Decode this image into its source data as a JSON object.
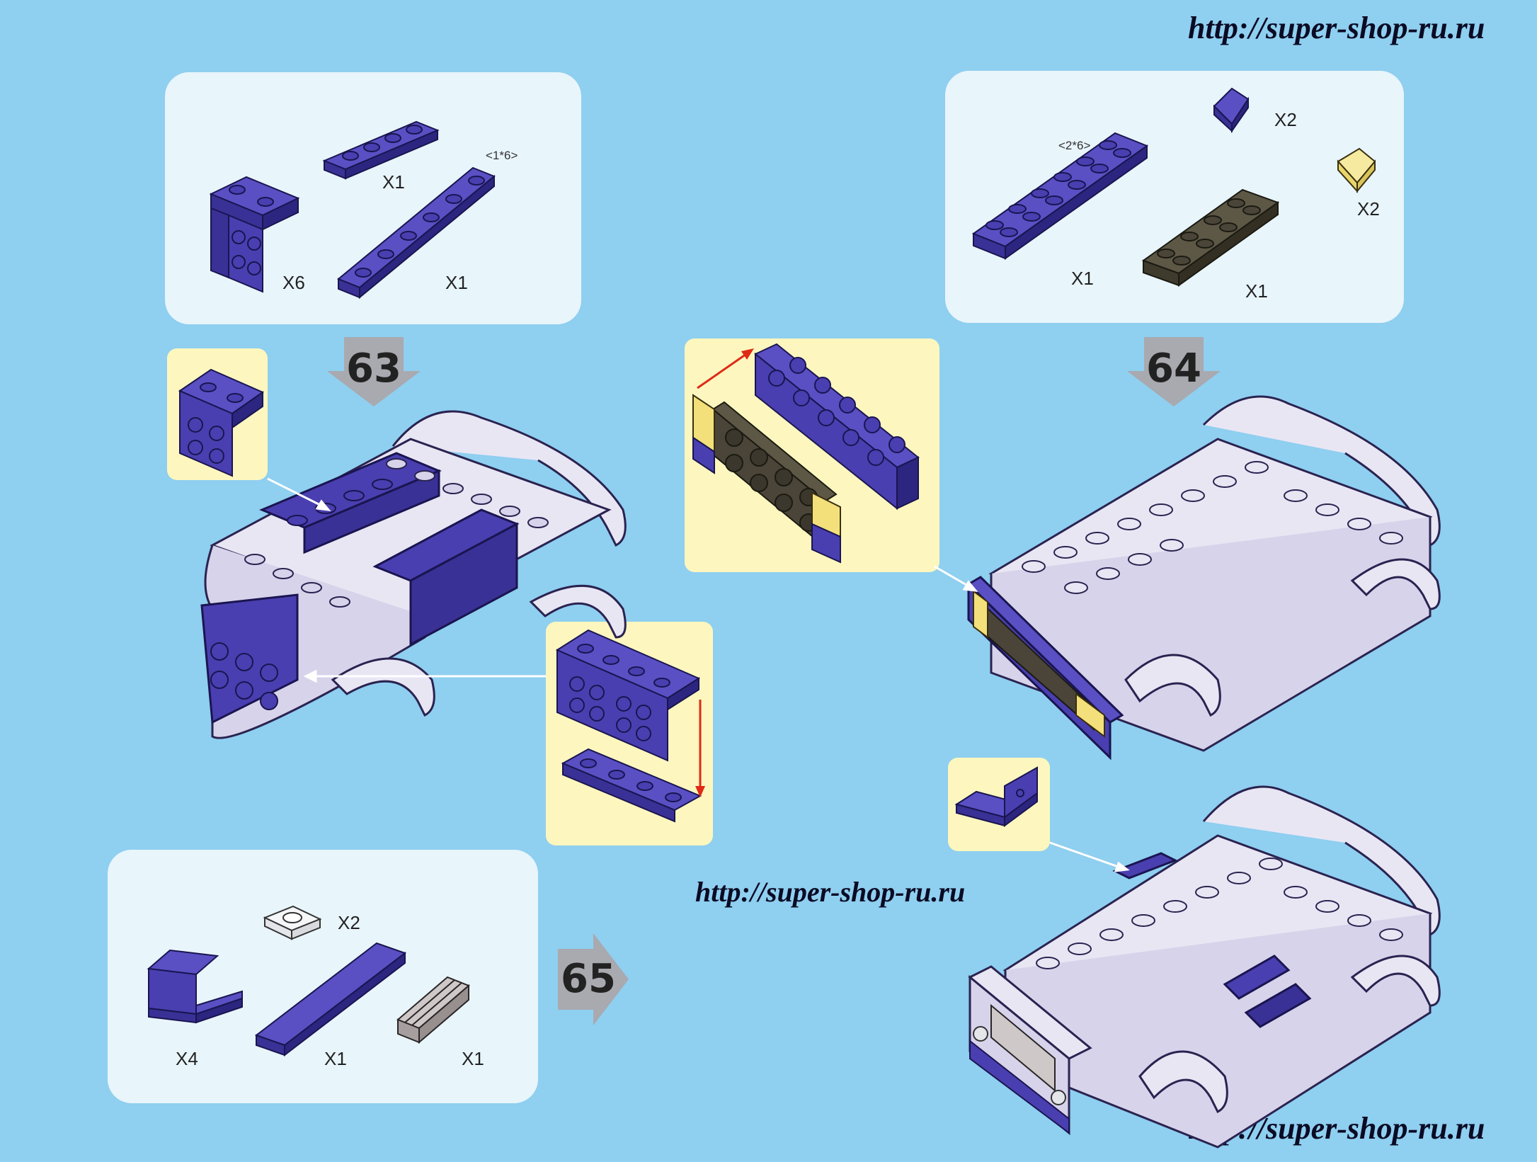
{
  "watermarks": {
    "top_right": "http://super-shop-ru.ru",
    "middle": "http://super-shop-ru.ru",
    "bottom_right": "http://super-shop-ru.ru"
  },
  "steps": {
    "s63": "63",
    "s64": "64",
    "s65": "65"
  },
  "parts_63": {
    "plate_1x4_qty": "X1",
    "plate_1x6_label": "<1*6>",
    "plate_1x6_qty": "X1",
    "bracket_qty": "X6"
  },
  "parts_64": {
    "slope_blue_qty": "X2",
    "plate_2x6_label": "<2*6>",
    "plate_2x6_qty": "X1",
    "slope_trans_yellow_qty": "X2",
    "plate_dark_2x4_qty": "X1"
  },
  "parts_65": {
    "round_trans_qty": "X2",
    "bracket_1x2_qty": "X4",
    "tile_1x6_qty": "X1",
    "grille_qty": "X1"
  },
  "colors": {
    "background": "#8fcff0",
    "brick_blue": "#4a3fb0",
    "brick_white": "#e9e6f4",
    "brick_dark": "#4a4538",
    "trans_yellow": "#f3e07a",
    "arrow_red": "#e02a16",
    "step_arrow_gray": "#a9a9b0"
  }
}
